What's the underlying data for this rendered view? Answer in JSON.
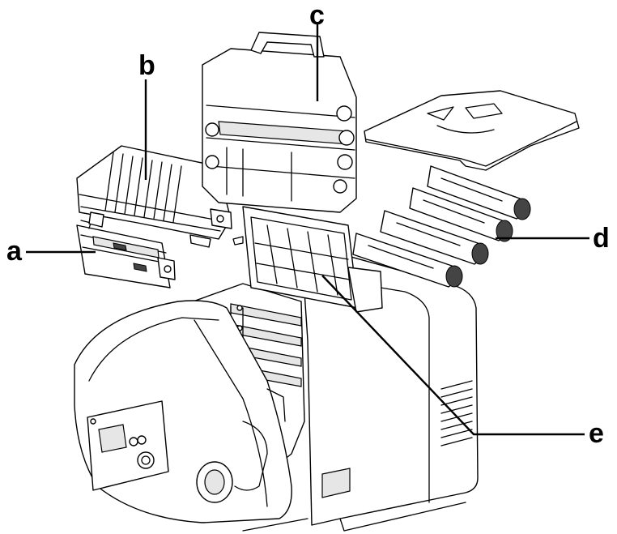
{
  "callouts": {
    "a": "a",
    "b": "b",
    "c": "c",
    "d": "d",
    "e": "e"
  }
}
